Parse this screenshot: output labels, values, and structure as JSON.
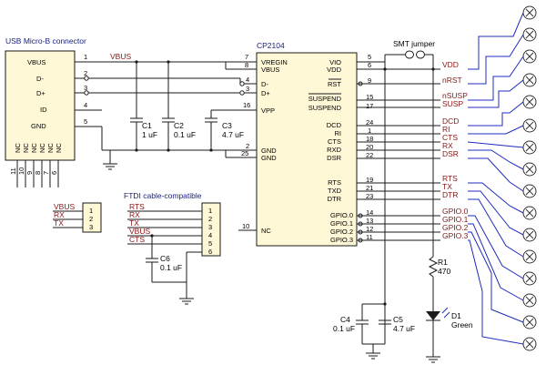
{
  "usb": {
    "title": "USB Micro-B connector",
    "pins": [
      "VBUS",
      "D-",
      "D+",
      "ID",
      "GND"
    ],
    "pin_numbers": [
      "1",
      "2",
      "3",
      "4",
      "5"
    ],
    "nc_labels": [
      "NC",
      "NC",
      "NC",
      "NC",
      "NC",
      "NC"
    ],
    "nc_numbers": [
      "11",
      "10",
      "9",
      "8",
      "7",
      "6"
    ],
    "vbus_net": "VBUS"
  },
  "caps": {
    "c1": {
      "name": "C1",
      "value": "1 uF"
    },
    "c2": {
      "name": "C2",
      "value": "0.1 uF"
    },
    "c3": {
      "name": "C3",
      "value": "4.7 uF"
    },
    "c4": {
      "name": "C4",
      "value": "0.1 uF"
    },
    "c5": {
      "name": "C5",
      "value": "4.7 uF"
    },
    "c6": {
      "name": "C6",
      "value": "0.1 uF"
    }
  },
  "chip": {
    "name": "CP2104",
    "left_pins": [
      {
        "num": "7",
        "label": "VREGIN"
      },
      {
        "num": "8",
        "label": "VBUS"
      },
      {
        "num": "4",
        "label": "D-"
      },
      {
        "num": "3",
        "label": "D+"
      },
      {
        "num": "16",
        "label": "VPP"
      },
      {
        "num": "2",
        "label": "GND"
      },
      {
        "num": "25",
        "label": "GND"
      },
      {
        "num": "10",
        "label": "NC"
      }
    ],
    "right_pins": [
      {
        "num": "5",
        "label": "VIO"
      },
      {
        "num": "6",
        "label": "VDD"
      },
      {
        "num": "9",
        "label": "RST"
      },
      {
        "num": "15",
        "label": "SUSPEND"
      },
      {
        "num": "17",
        "label": "SUSPEND"
      },
      {
        "num": "24",
        "label": "DCD"
      },
      {
        "num": "1",
        "label": "RI"
      },
      {
        "num": "18",
        "label": "CTS"
      },
      {
        "num": "20",
        "label": "RXD"
      },
      {
        "num": "22",
        "label": "DSR"
      },
      {
        "num": "19",
        "label": "RTS"
      },
      {
        "num": "21",
        "label": "TXD"
      },
      {
        "num": "23",
        "label": "DTR"
      },
      {
        "num": "14",
        "label": "GPIO.0"
      },
      {
        "num": "13",
        "label": "GPIO.1"
      },
      {
        "num": "12",
        "label": "GPIO.2"
      },
      {
        "num": "11",
        "label": "GPIO.3"
      }
    ]
  },
  "nets_right": [
    "VDD",
    "nRST",
    "nSUSP",
    "SUSP",
    "DCD",
    "RI",
    "CTS",
    "RX",
    "DSR",
    "RTS",
    "TX",
    "DTR",
    "GPIO.0",
    "GPIO.1",
    "GPIO.2",
    "GPIO.3"
  ],
  "smt_jumper": "SMT jumper",
  "resistor": {
    "name": "R1",
    "value": "470"
  },
  "led": {
    "name": "D1",
    "color": "Green"
  },
  "serial_header": {
    "nets": [
      "VBUS",
      "RX",
      "TX"
    ],
    "pins": [
      "1",
      "2",
      "3"
    ]
  },
  "ftdi": {
    "title": "FTDI cable-compatible",
    "nets": [
      "RTS",
      "RX",
      "TX",
      "VBUS",
      "CTS"
    ],
    "pins": [
      "1",
      "2",
      "3",
      "4",
      "5",
      "6"
    ]
  },
  "colors": {
    "box_fill": "#fff8d6",
    "net_label": "#8b1414",
    "title": "#1a237e",
    "wire_blue": "#1f2bbd"
  }
}
